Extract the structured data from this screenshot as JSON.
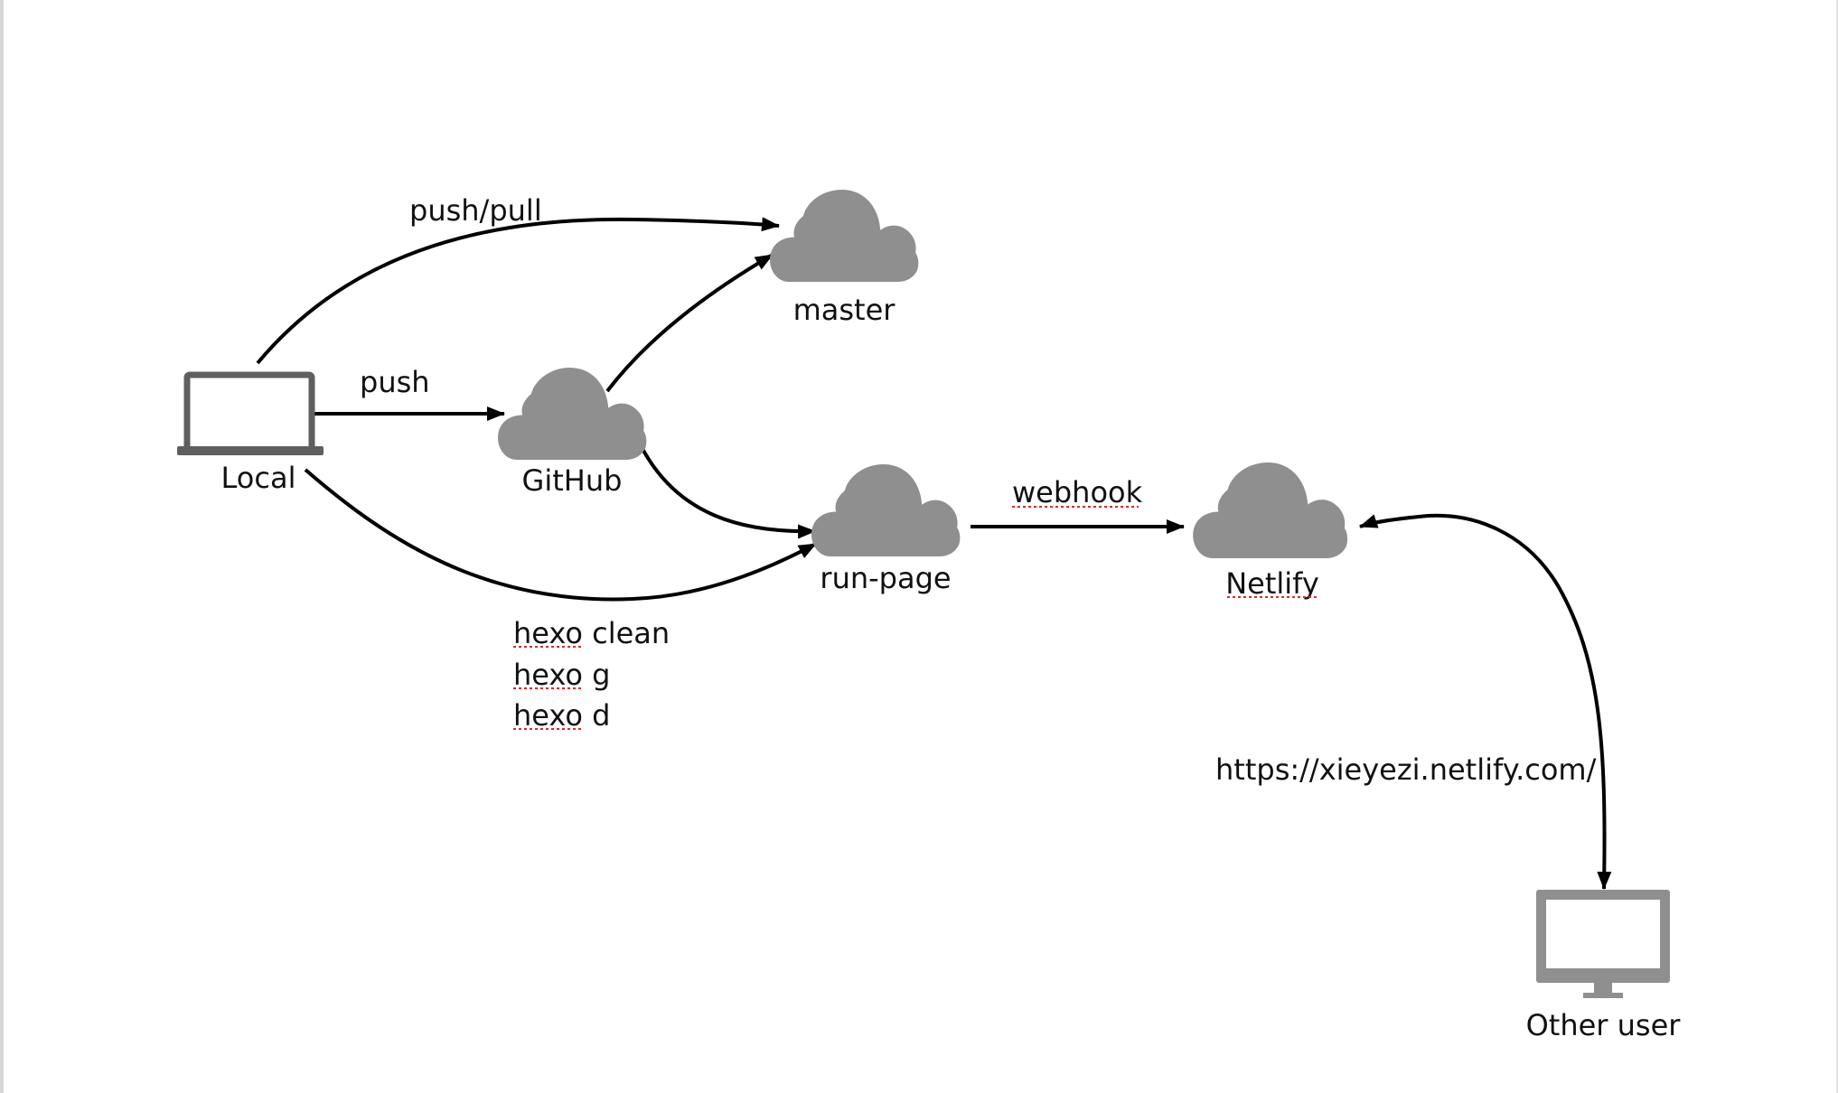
{
  "nodes": {
    "local": {
      "label": "Local",
      "icon": "laptop-icon"
    },
    "github": {
      "label": "GitHub",
      "icon": "cloud-icon"
    },
    "master": {
      "label": "master",
      "icon": "cloud-icon"
    },
    "run_page": {
      "label": "run-page",
      "icon": "cloud-icon"
    },
    "netlify": {
      "label": "Netlify",
      "icon": "cloud-icon"
    },
    "other_user": {
      "label": "Other user",
      "icon": "monitor-icon"
    }
  },
  "edges": {
    "push_pull": "push/pull",
    "push": "push",
    "webhook": "webhook",
    "url": "https://xieyezi.netlify.com/",
    "hexo_commands": [
      "hexo clean",
      "hexo g",
      "hexo d"
    ]
  },
  "colors": {
    "icon_gray": "#8f8f8f",
    "laptop_gray": "#5f5f5f",
    "edge": "#000000",
    "spellcheck": "#d62a2a"
  }
}
